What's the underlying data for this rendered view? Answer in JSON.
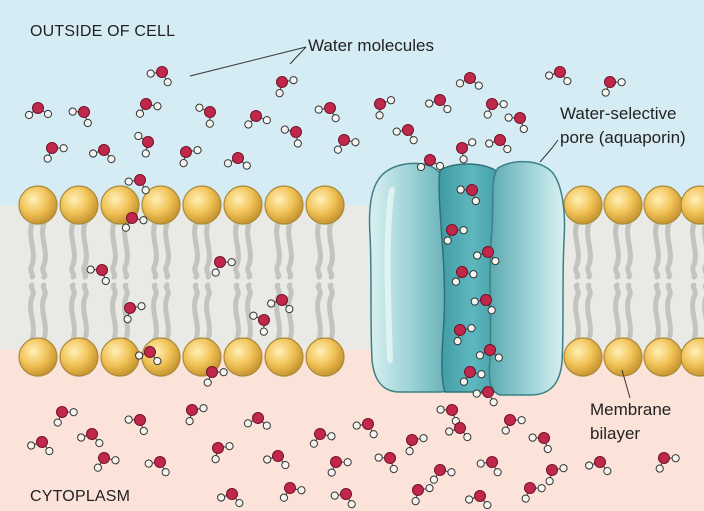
{
  "labels": {
    "outside": "OUTSIDE OF CELL",
    "water_molecules": "Water molecules",
    "pore_line1": "Water-selective",
    "pore_line2": "pore (aquaporin)",
    "membrane_line1": "Membrane",
    "membrane_line2": "bilayer",
    "cytoplasm": "CYTOPLASM"
  },
  "colors": {
    "outside_bg": "#d6ecf5",
    "membrane_core": "#e9e9e5",
    "cytoplasm_bg": "#fbe3d9",
    "lipid_head": "#f2c45a",
    "lipid_head_edge": "#a98a3a",
    "aquaporin": "#7fc4cb",
    "oxygen": "#c0274a",
    "hydrogen": "#f4f4f0"
  }
}
